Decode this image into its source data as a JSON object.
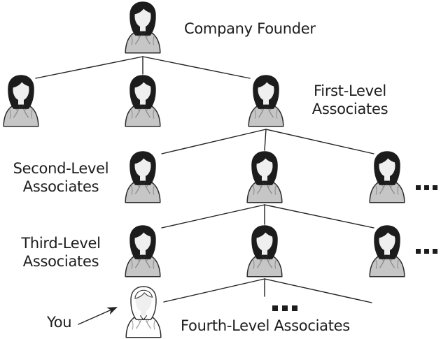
{
  "labels": {
    "founder": "Company Founder",
    "first_level": {
      "line1": "First-Level",
      "line2": "Associates"
    },
    "second_level": {
      "line1": "Second-Level",
      "line2": "Associates"
    },
    "third_level": {
      "line1": "Third-Level",
      "line2": "Associates"
    },
    "you": "You",
    "fourth_level": "Fourth-Level Associates"
  },
  "markers": {
    "more_associates": "..."
  },
  "colors": {
    "hair": "#1c1c1c",
    "body": "#c6c6c6",
    "face": "#efefef",
    "outline": "#2b2b2b",
    "lapel": "#8a8a8a",
    "line": "#222222",
    "text": "#1d1d1d",
    "highlight": "#ffffff",
    "bg": "#ffffff"
  },
  "structure": {
    "levels": [
      {
        "name": "company-founder",
        "visible_members": 1,
        "truncated": false
      },
      {
        "name": "first-level-associates",
        "visible_members": 3,
        "truncated": false
      },
      {
        "name": "second-level-associates",
        "visible_members": 3,
        "truncated": true
      },
      {
        "name": "third-level-associates",
        "visible_members": 3,
        "truncated": true
      },
      {
        "name": "fourth-level-associates",
        "visible_members": 1,
        "truncated": true,
        "highlighted_member": "you"
      }
    ]
  }
}
